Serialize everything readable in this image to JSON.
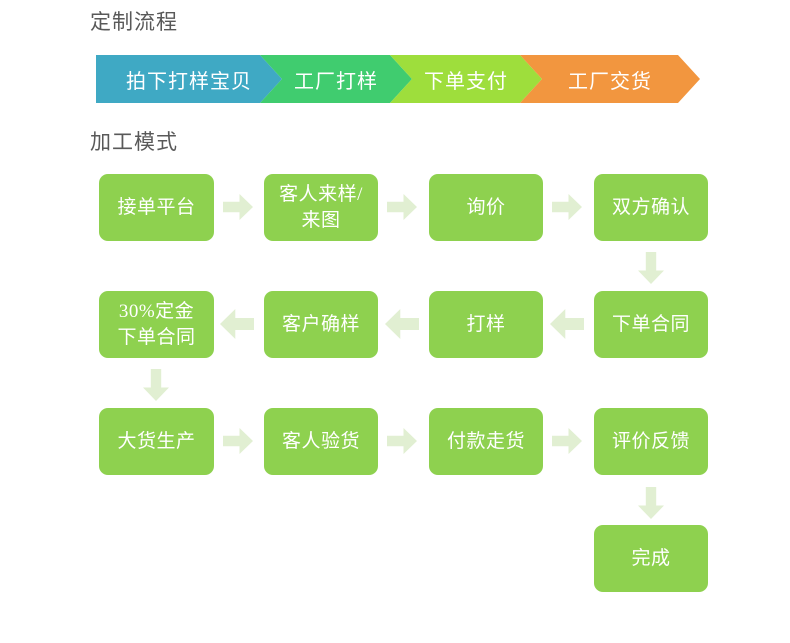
{
  "sections": {
    "custom_process": {
      "title": "定制流程",
      "steps": [
        {
          "label": "拍下打样宝贝",
          "color": "#3fa9c4"
        },
        {
          "label": "工厂打样",
          "color": "#40cc6f"
        },
        {
          "label": "下单支付",
          "color": "#9ede3c"
        },
        {
          "label": "工厂交货",
          "color": "#f2963f"
        }
      ]
    },
    "process_mode": {
      "title": "加工模式",
      "box_color": "#8ed14f",
      "arrow_color": "#e1efd2",
      "nodes": [
        {
          "id": "n1",
          "label": "接单平台"
        },
        {
          "id": "n2",
          "label": "客人来样/\n来图"
        },
        {
          "id": "n3",
          "label": "询价"
        },
        {
          "id": "n4",
          "label": "双方确认"
        },
        {
          "id": "n5",
          "label": "下单合同"
        },
        {
          "id": "n6",
          "label": "打样"
        },
        {
          "id": "n7",
          "label": "客户确样"
        },
        {
          "id": "n8",
          "label": "30%定金\n下单合同"
        },
        {
          "id": "n9",
          "label": "大货生产"
        },
        {
          "id": "n10",
          "label": "客人验货"
        },
        {
          "id": "n11",
          "label": "付款走货"
        },
        {
          "id": "n12",
          "label": "评价反馈"
        },
        {
          "id": "n13",
          "label": "完成"
        }
      ],
      "connectors": [
        {
          "id": "c1",
          "direction": "right"
        },
        {
          "id": "c2",
          "direction": "right"
        },
        {
          "id": "c3",
          "direction": "right"
        },
        {
          "id": "c4",
          "direction": "down"
        },
        {
          "id": "c5",
          "direction": "left"
        },
        {
          "id": "c6",
          "direction": "left"
        },
        {
          "id": "c7",
          "direction": "left"
        },
        {
          "id": "c8",
          "direction": "down"
        },
        {
          "id": "c9",
          "direction": "right"
        },
        {
          "id": "c10",
          "direction": "right"
        },
        {
          "id": "c11",
          "direction": "right"
        },
        {
          "id": "c12",
          "direction": "down"
        }
      ]
    }
  }
}
